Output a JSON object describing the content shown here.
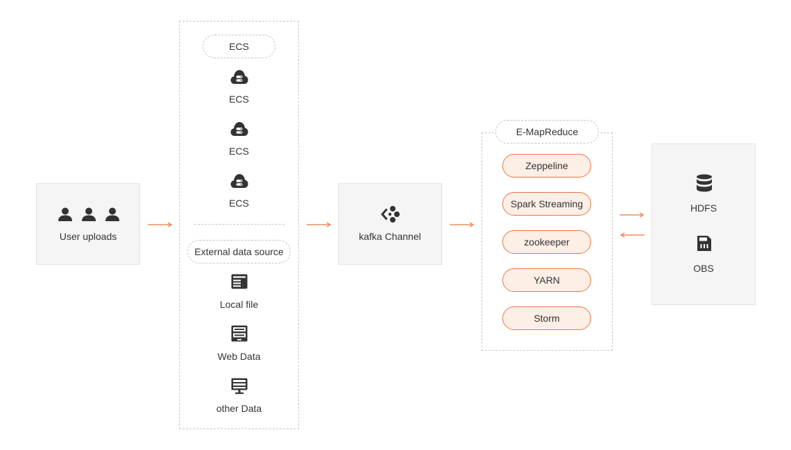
{
  "user_uploads": {
    "label": "User uploads",
    "icons": [
      "user-icon",
      "user-icon",
      "user-icon"
    ]
  },
  "sources": {
    "ecs_header": "ECS",
    "ecs_items": [
      {
        "label": "ECS",
        "icon": "cloud-server-icon"
      },
      {
        "label": "ECS",
        "icon": "cloud-server-icon"
      },
      {
        "label": "ECS",
        "icon": "cloud-server-icon"
      }
    ],
    "external_header": "External data source",
    "external_items": [
      {
        "label": "Local file",
        "icon": "file-icon"
      },
      {
        "label": "Web Data",
        "icon": "web-data-icon"
      },
      {
        "label": "other Data",
        "icon": "monitor-icon"
      }
    ]
  },
  "kafka": {
    "label": "kafka Channel",
    "icon": "kafka-icon"
  },
  "emr": {
    "header": "E-MapReduce",
    "items": [
      "Zeppeline",
      "Spark Streaming",
      "zookeeper",
      "YARN",
      "Storm"
    ]
  },
  "storage": {
    "items": [
      {
        "label": "HDFS",
        "icon": "database-icon"
      },
      {
        "label": "OBS",
        "icon": "storage-icon"
      }
    ]
  },
  "colors": {
    "accent": "#e8773f",
    "pill_fill": "#fdeee6",
    "panel": "#f5f5f6",
    "dash": "#c8c8cc",
    "icon": "#333333"
  }
}
